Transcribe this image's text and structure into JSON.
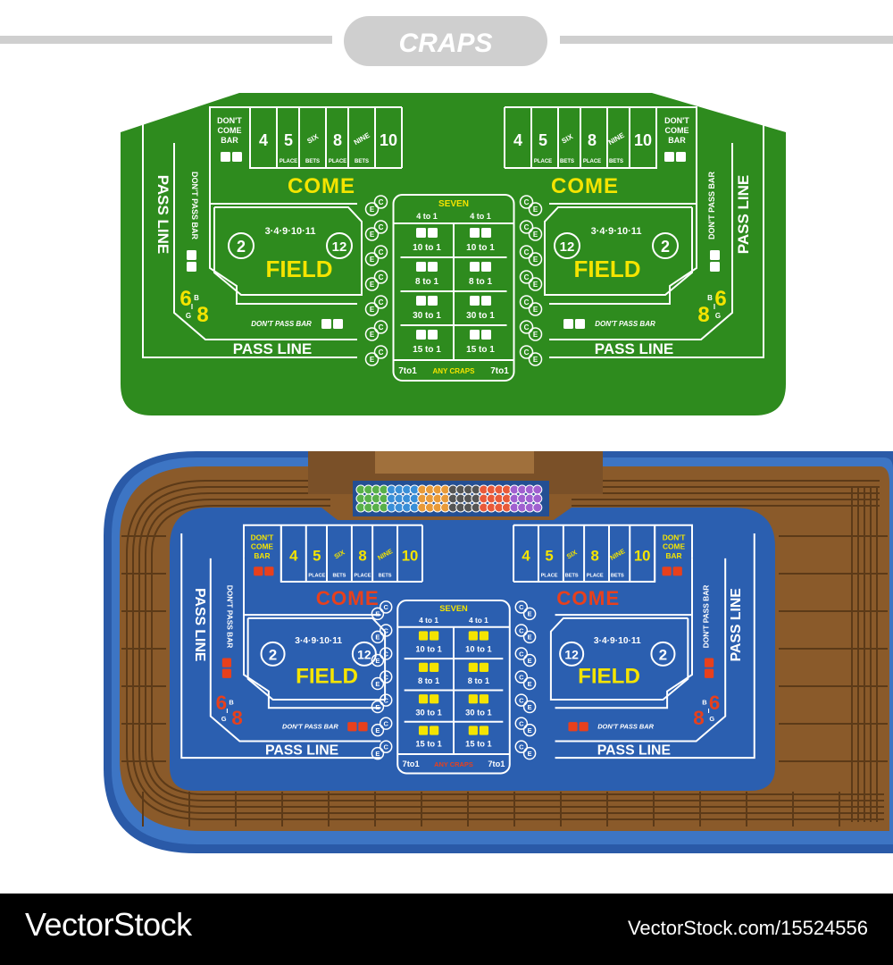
{
  "title": "CRAPS",
  "table": {
    "dont_come_bar": [
      "DON'T",
      "COME",
      "BAR"
    ],
    "numbers": [
      "4",
      "5",
      "SIX",
      "8",
      "NINE",
      "10"
    ],
    "place_bets": [
      "PLACE",
      "BETS",
      "PLACE",
      "BETS"
    ],
    "come": "COME",
    "field": "FIELD",
    "field_numbers": "3·4·9·10·11",
    "field_2": "2",
    "field_12": "12",
    "dont_pass_bar": "DON'T PASS BAR",
    "pass_line": "PASS LINE",
    "big_6": "6",
    "big_8": "8",
    "big_b": "B",
    "big_i": "I",
    "big_g": "G",
    "seven": "SEVEN",
    "four_to_one": "4 to 1",
    "hardways": [
      "10 to 1",
      "10 to 1",
      "8 to 1",
      "8 to 1",
      "30 to 1",
      "30 to 1",
      "15 to 1",
      "15 to 1"
    ],
    "seven_to_one": "7to1",
    "any_craps": "ANY CRAPS",
    "ce": "C E"
  },
  "colors": {
    "green_felt": "#2e8b1e",
    "green_line": "#ffffff",
    "blue_felt": "#2b5fb0",
    "blue_rim": "#2a5aa8",
    "wood": "#8a5a2a",
    "text_yellow": "#f4e400",
    "text_red": "#e8401c"
  },
  "footer": {
    "brand": "VectorStock",
    "id": "VectorStock.com/15524556"
  }
}
